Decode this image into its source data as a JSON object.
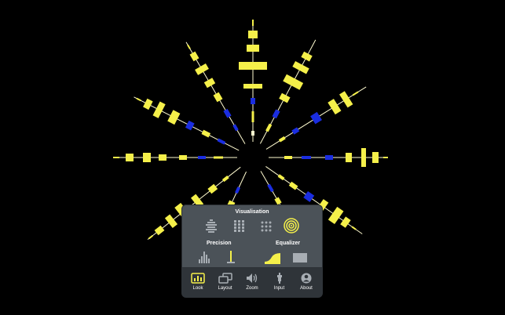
{
  "colors": {
    "background": "#000000",
    "bar_fill": "#f5f04a",
    "bar_accent": "#1a2de0",
    "panel_bg": "#4b5258",
    "tabbar_bg": "#2f3439",
    "icon_idle": "#a8aeb4",
    "icon_active": "#f5f04a"
  },
  "settings_panel": {
    "visualisation_title": "Visualisation",
    "visualisation_options": [
      {
        "icon": "bar-stack-icon",
        "selected": false
      },
      {
        "icon": "dot-grid-large-icon",
        "selected": false
      },
      {
        "icon": "dot-grid-small-icon",
        "selected": false
      },
      {
        "icon": "concentric-circles-icon",
        "selected": true
      }
    ],
    "precision_title": "Precision",
    "precision_options": [
      {
        "icon": "histogram-icon",
        "selected": false
      },
      {
        "icon": "single-peak-icon",
        "selected": false
      }
    ],
    "equalizer_title": "Equalizer",
    "equalizer_options": [
      {
        "icon": "curve-ramp-icon",
        "selected": false
      },
      {
        "icon": "flat-block-icon",
        "selected": false
      }
    ]
  },
  "tabs": [
    {
      "label": "Look",
      "icon": "bars-monitor-icon",
      "active": true
    },
    {
      "label": "Layout",
      "icon": "overlapping-windows-icon",
      "active": false
    },
    {
      "label": "Zoom",
      "icon": "speaker-icon",
      "active": false
    },
    {
      "label": "Input",
      "icon": "audio-jack-icon",
      "active": false
    },
    {
      "label": "About",
      "icon": "person-icon",
      "active": false
    }
  ]
}
